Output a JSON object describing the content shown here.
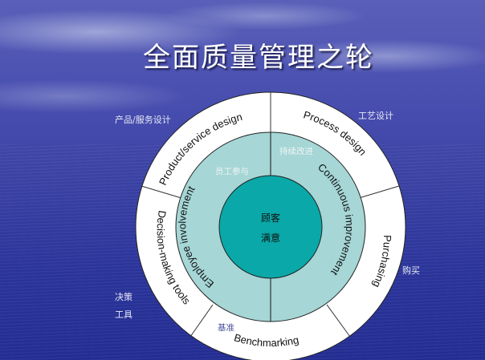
{
  "title": "全面质量管理之轮",
  "center": {
    "line1": "顾客",
    "line2": "满意"
  },
  "inner_ring": [
    {
      "en": "Employee involvement",
      "cn": "员工参与"
    },
    {
      "en": "Continuous improvement",
      "cn": "持续改进"
    }
  ],
  "outer_ring": [
    {
      "en": "Product/service design",
      "cn": "产品/服务设计"
    },
    {
      "en": "Process design",
      "cn": "工艺设计"
    },
    {
      "en": "Purchasing",
      "cn": "购买"
    },
    {
      "en": "Benchmarking",
      "cn": "基准"
    },
    {
      "en": "Decision-making tools",
      "cn_line1": "决策",
      "cn_line2": "工具"
    }
  ],
  "colors": {
    "outer_ring": "#ffffff",
    "inner_ring": "#a6d6d6",
    "center": "#0aa8a8",
    "outline": "#222222"
  }
}
